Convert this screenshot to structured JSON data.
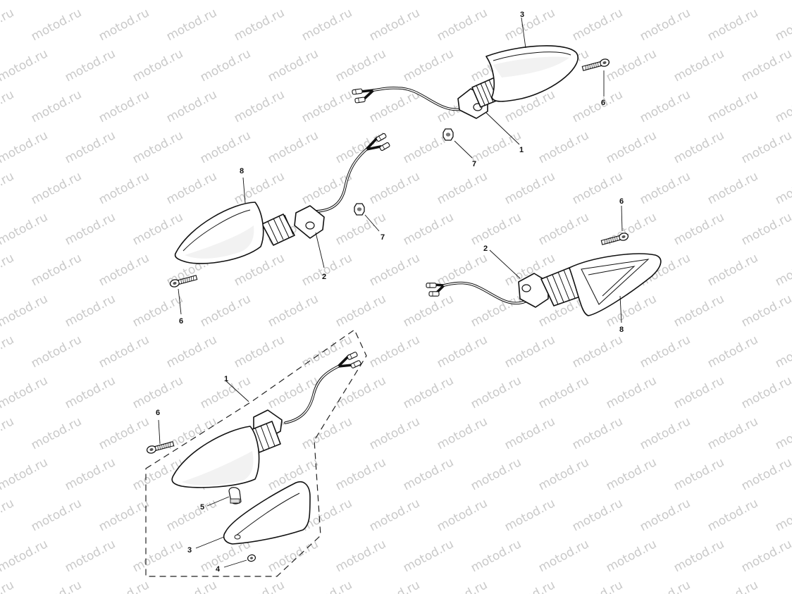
{
  "watermark": "motod.ru",
  "callouts": {
    "c_top_3": "3",
    "c_top_6": "6",
    "c_top_1": "1",
    "c_top_7": "7",
    "c_left_8": "8",
    "c_left_7": "7",
    "c_left_2": "2",
    "c_left_6": "6",
    "c_right_6": "6",
    "c_right_2": "2",
    "c_right_8": "8",
    "c_kit_1": "1",
    "c_kit_6": "6",
    "c_kit_5": "5",
    "c_kit_3": "3",
    "c_kit_4": "4"
  }
}
